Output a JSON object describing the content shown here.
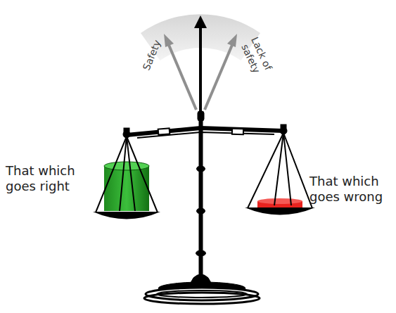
{
  "diagram": {
    "labels": [
      "Safety",
      "Lack of safety",
      "That which goes right",
      "That which goes wrong"
    ]
  }
}
